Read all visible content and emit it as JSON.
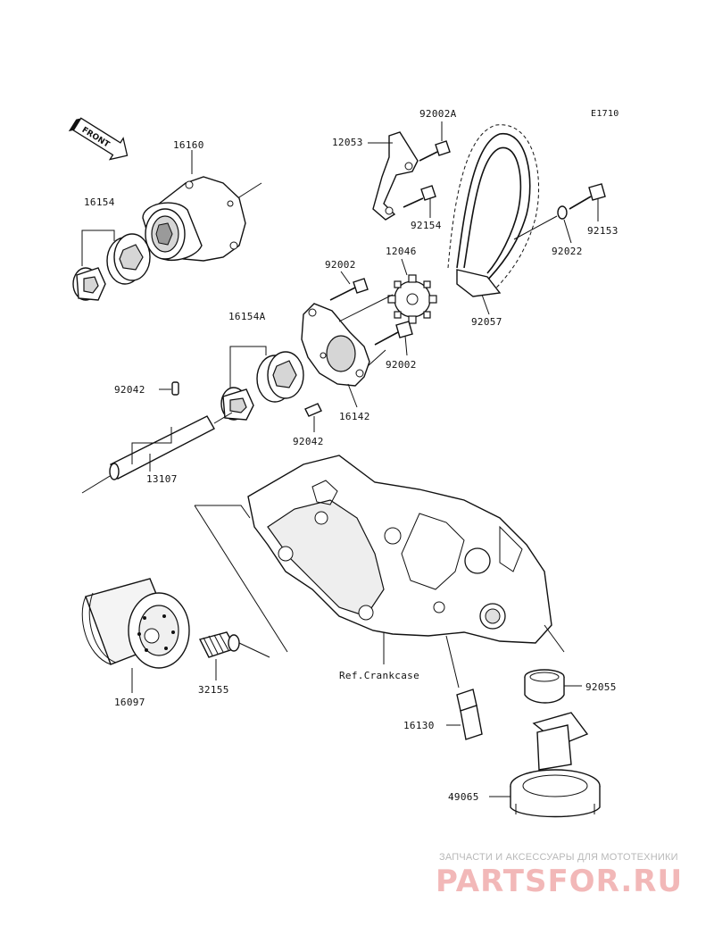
{
  "diagram_code": "E1710",
  "front_marker": "FRONT",
  "parts": {
    "p16160": "16160",
    "p16154": "16154",
    "p12053": "12053",
    "p92002A": "92002A",
    "p92154": "92154",
    "p92153": "92153",
    "p92022": "92022",
    "p12046": "12046",
    "p92002_top": "92002",
    "p92057": "92057",
    "p16154A": "16154A",
    "p92002_bot": "92002",
    "p92042_left": "92042",
    "p16142": "16142",
    "p92042_bot": "92042",
    "p13107": "13107",
    "ref_crankcase": "Ref.Crankcase",
    "p92055": "92055",
    "p16130": "16130",
    "p49065": "49065",
    "p16097": "16097",
    "p32155": "32155"
  },
  "watermark": {
    "subtitle": "ЗАПЧАСТИ И АКСЕССУАРЫ ДЛЯ МОТОТЕХНИКИ",
    "brand": "PARTSFOR.RU",
    "brand_color": "#e07070"
  }
}
